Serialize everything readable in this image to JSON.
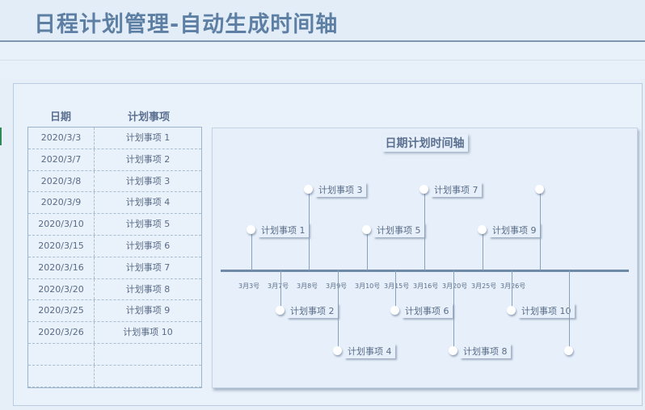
{
  "title": "日程计划管理-自动生成时间轴",
  "table": {
    "header_date": "日期",
    "header_item": "计划事项",
    "rows": [
      {
        "date": "2020/3/3",
        "item": "计划事项 1"
      },
      {
        "date": "2020/3/7",
        "item": "计划事项 2"
      },
      {
        "date": "2020/3/8",
        "item": "计划事项 3"
      },
      {
        "date": "2020/3/9",
        "item": "计划事项 4"
      },
      {
        "date": "2020/3/10",
        "item": "计划事项 5"
      },
      {
        "date": "2020/3/15",
        "item": "计划事项 6"
      },
      {
        "date": "2020/3/16",
        "item": "计划事项 7"
      },
      {
        "date": "2020/3/20",
        "item": "计划事项 8"
      },
      {
        "date": "2020/3/25",
        "item": "计划事项 9"
      },
      {
        "date": "2020/3/26",
        "item": "计划事项 10"
      },
      {
        "date": "",
        "item": ""
      },
      {
        "date": "",
        "item": ""
      }
    ]
  },
  "chart": {
    "title": "日期计划时间轴",
    "ticks": [
      "3月3号",
      "3月7号",
      "3月8号",
      "3月9号",
      "3月10号",
      "3月15号",
      "3月16号",
      "3月20号",
      "3月25号",
      "3月26号"
    ],
    "events": [
      {
        "label": "计划事项 1"
      },
      {
        "label": "计划事项 2"
      },
      {
        "label": "计划事项 3"
      },
      {
        "label": "计划事项 4"
      },
      {
        "label": "计划事项 5"
      },
      {
        "label": "计划事项 6"
      },
      {
        "label": "计划事项 7"
      },
      {
        "label": "计划事项 8"
      },
      {
        "label": "计划事项 9"
      },
      {
        "label": "计划事项 10"
      }
    ]
  }
}
